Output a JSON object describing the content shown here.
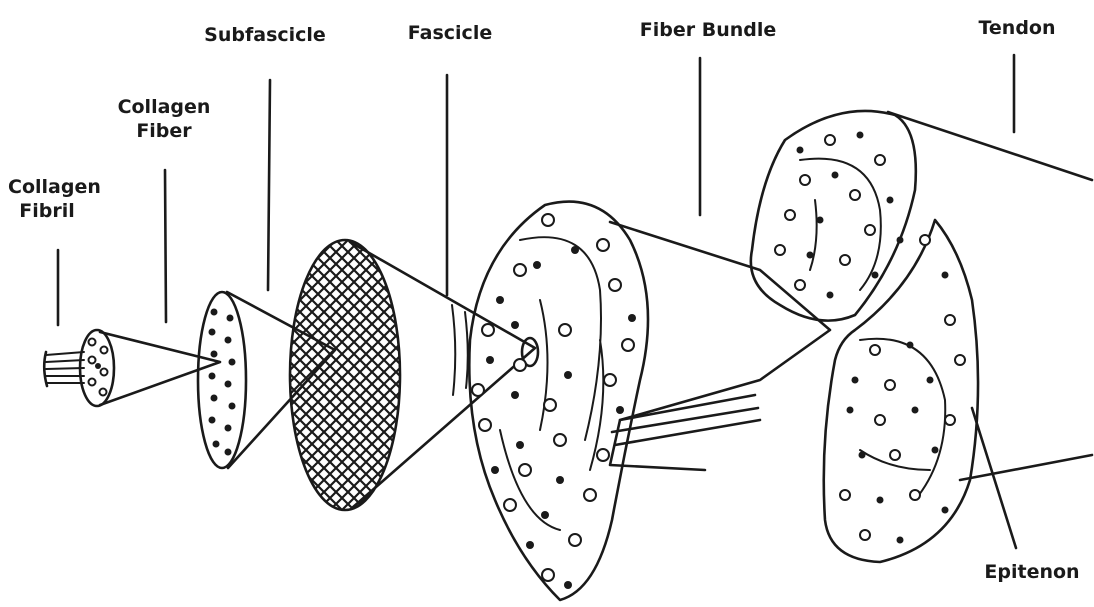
{
  "diagram": {
    "labels": {
      "collagen_fibril": [
        "Collagen",
        "Fibril"
      ],
      "collagen_fiber": [
        "Collagen",
        "Fiber"
      ],
      "subfascicle": "Subfascicle",
      "fascicle": "Fascicle",
      "fiber_bundle": "Fiber Bundle",
      "tendon": "Tendon",
      "epitenon": "Epitenon"
    },
    "colors": {
      "ink": "#1a1a1a",
      "background": "#ffffff"
    }
  }
}
